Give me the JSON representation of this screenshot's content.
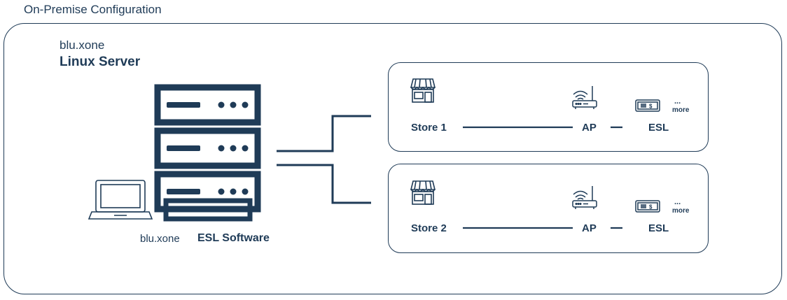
{
  "caption": "On-Premise Configuration",
  "server": {
    "brand": "blu.xone",
    "title": "Linux Server"
  },
  "software": {
    "brand": "blu.xone",
    "title": "ESL Software"
  },
  "stores": [
    {
      "label": "Store 1",
      "ap": "AP",
      "esl": "ESL",
      "more_dots": "...",
      "more": "more"
    },
    {
      "label": "Store 2",
      "ap": "AP",
      "esl": "ESL",
      "more_dots": "...",
      "more": "more"
    }
  ],
  "colors": {
    "ink": "#1f3b57",
    "background": "#ffffff"
  },
  "icons": [
    "server-rack-icon",
    "laptop-icon",
    "store-icon",
    "wifi-router-icon",
    "esl-tag-icon"
  ]
}
